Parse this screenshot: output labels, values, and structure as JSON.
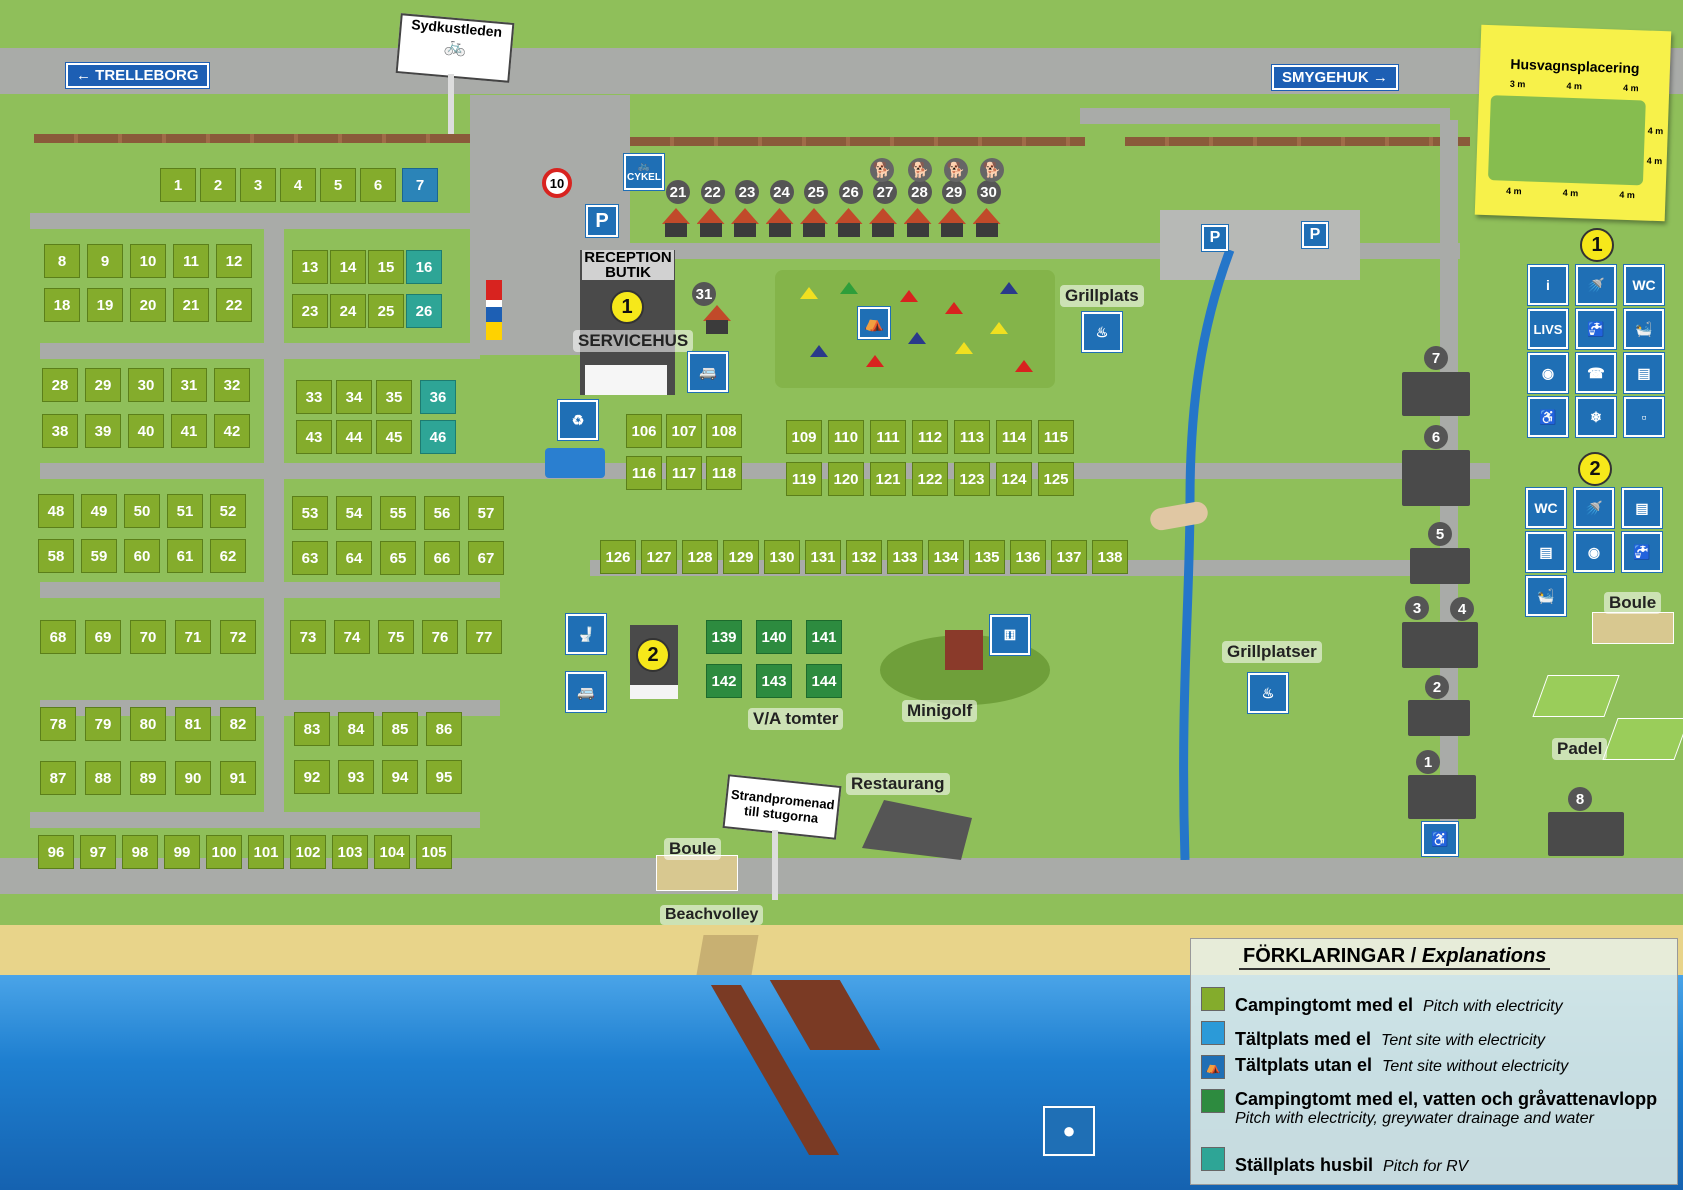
{
  "signs": {
    "west": "TRELLEBORG",
    "east": "SMYGEHUK",
    "trail": "Sydkustleden"
  },
  "colors": {
    "grass": "#8fbf5a",
    "road": "#a9aba8",
    "pitch_el": "#84ac2c",
    "pitch_rv": "#2ea596",
    "pitch_vw": "#2d8b3f",
    "tent_el": "#2b84b8",
    "sign_blue": "#1d5fb4",
    "sea": "#1e7fd0",
    "sand": "#e8d48a"
  },
  "speed_limit": "10",
  "cycle_sign": "CYKEL",
  "cabins_top": [
    "21",
    "22",
    "23",
    "24",
    "25",
    "26",
    "27",
    "28",
    "29",
    "30"
  ],
  "cabin_31": "31",
  "buildings": {
    "reception": "RECEPTION BUTIK",
    "servicehus": "SERVICEHUS",
    "servicehus_num": "1",
    "service2_num": "2",
    "grillplats": "Grillplats",
    "grillplatser": "Grillplatser",
    "minigolf": "Minigolf",
    "restaurang": "Restaurang",
    "boule_left": "Boule",
    "boule_right": "Boule",
    "padel": "Padel",
    "beachvolley": "Beachvolley",
    "va_tomter": "V/A tomter",
    "strandpromenad": "Strandpromenad till stugorna"
  },
  "parking": "P",
  "houses_right": [
    "7",
    "6",
    "5",
    "3",
    "4",
    "2",
    "1",
    "8"
  ],
  "caravan_note": {
    "title": "Husvagnsplacering",
    "dims": [
      "3 m",
      "4 m",
      "4 m",
      "4 m",
      "4 m",
      "4 m",
      "4 m",
      "4 m"
    ]
  },
  "service1": {
    "num": "1",
    "icons": [
      "info-icon",
      "shower-icon",
      "WC",
      "LIVS",
      "sink-icon",
      "laundry-icon",
      "washer-icon",
      "phone-icon",
      "dryer-icon",
      "accessible-icon",
      "fridge-icon",
      "dishwash-icon"
    ]
  },
  "service2": {
    "num": "2",
    "icons": [
      "WC",
      "shower-icon",
      "dryer-icon",
      "dryer-icon",
      "washer-icon",
      "sink-icon",
      "laundry-icon"
    ]
  },
  "wc_label": "WC",
  "livs_label": "LIVS",
  "pitches": {
    "r1": [
      "1",
      "2",
      "3",
      "4",
      "5",
      "6"
    ],
    "r1b": "7",
    "r2": [
      "8",
      "9",
      "10",
      "11",
      "12"
    ],
    "r2b": [
      "13",
      "14",
      "15"
    ],
    "r2c": "16",
    "r3": [
      "18",
      "19",
      "20",
      "21",
      "22"
    ],
    "r3b": [
      "23",
      "24",
      "25"
    ],
    "r3c": "26",
    "r4": [
      "28",
      "29",
      "30",
      "31",
      "32"
    ],
    "r4b": [
      "33",
      "34",
      "35"
    ],
    "r4c": "36",
    "r5": [
      "38",
      "39",
      "40",
      "41",
      "42"
    ],
    "r5b": [
      "43",
      "44",
      "45"
    ],
    "r5c": "46",
    "r6": [
      "48",
      "49",
      "50",
      "51",
      "52"
    ],
    "r6b": [
      "53",
      "54",
      "55",
      "56",
      "57"
    ],
    "r7": [
      "58",
      "59",
      "60",
      "61",
      "62"
    ],
    "r7b": [
      "63",
      "64",
      "65",
      "66",
      "67"
    ],
    "r8": [
      "68",
      "69",
      "70",
      "71",
      "72"
    ],
    "r8b": [
      "73",
      "74",
      "75",
      "76",
      "77"
    ],
    "r9": [
      "78",
      "79",
      "80",
      "81",
      "82"
    ],
    "r9b": [
      "83",
      "84",
      "85",
      "86"
    ],
    "r10": [
      "87",
      "88",
      "89",
      "90",
      "91"
    ],
    "r10b": [
      "92",
      "93",
      "94",
      "95"
    ],
    "r11": [
      "96",
      "97",
      "98",
      "99",
      "100",
      "101",
      "102",
      "103",
      "104",
      "105"
    ],
    "c1": [
      "106",
      "107",
      "108"
    ],
    "c2": [
      "116",
      "117",
      "118"
    ],
    "c3": [
      "109",
      "110",
      "111",
      "112",
      "113",
      "114",
      "115"
    ],
    "c4": [
      "119",
      "120",
      "121",
      "122",
      "123",
      "124",
      "125"
    ],
    "c5": [
      "126",
      "127",
      "128",
      "129",
      "130",
      "131",
      "132",
      "133",
      "134",
      "135",
      "136",
      "137",
      "138"
    ],
    "va1": [
      "139",
      "140",
      "141"
    ],
    "va2": [
      "142",
      "143",
      "144"
    ]
  },
  "legend": {
    "title_sv": "FÖRKLARINGAR /",
    "title_en": "Explanations",
    "rows": [
      {
        "sv": "Campingtomt med el",
        "en": "Pitch with electricity"
      },
      {
        "sv": "Tältplats med el",
        "en": "Tent site with electricity"
      },
      {
        "sv": "Tältplats utan el",
        "en": "Tent site without electricity"
      },
      {
        "sv": "Campingtomt med el, vatten och gråvattenavlopp",
        "en": "Pitch with electricity, greywater drainage  and water"
      },
      {
        "sv": "Ställplats husbil",
        "en": "Pitch for RV"
      }
    ]
  }
}
